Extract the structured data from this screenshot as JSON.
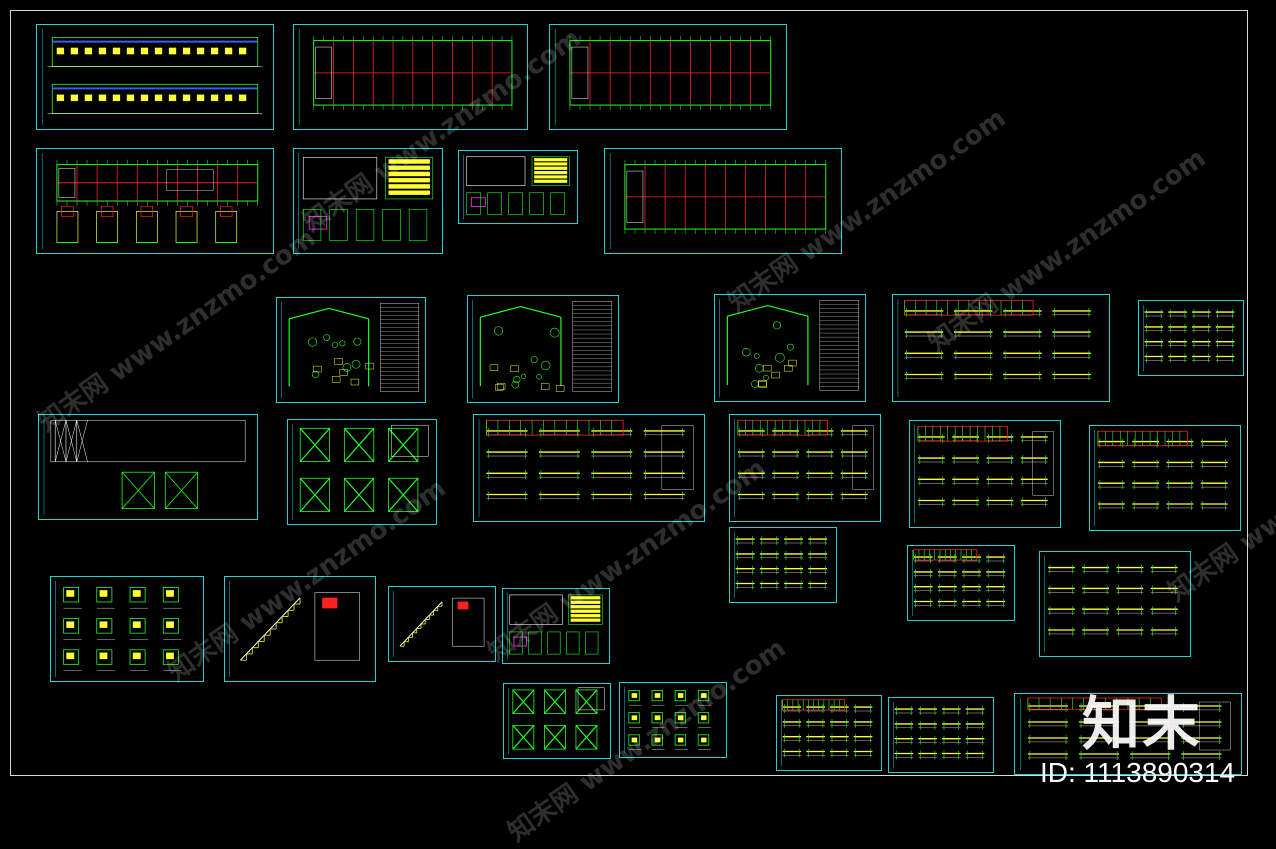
{
  "canvas": {
    "background": "#000000",
    "border_color": "#d8d8d8",
    "sheet_border_color": "#21d3d3"
  },
  "palette": [
    "#22ff22",
    "#ff2222",
    "#ffff33",
    "#21d3d3",
    "#ffffff",
    "#ff33ff"
  ],
  "watermark": {
    "text": "知末网 www.znzmo.com"
  },
  "brand": {
    "logo": "知末"
  },
  "id_label": "ID: 1113890314"
}
